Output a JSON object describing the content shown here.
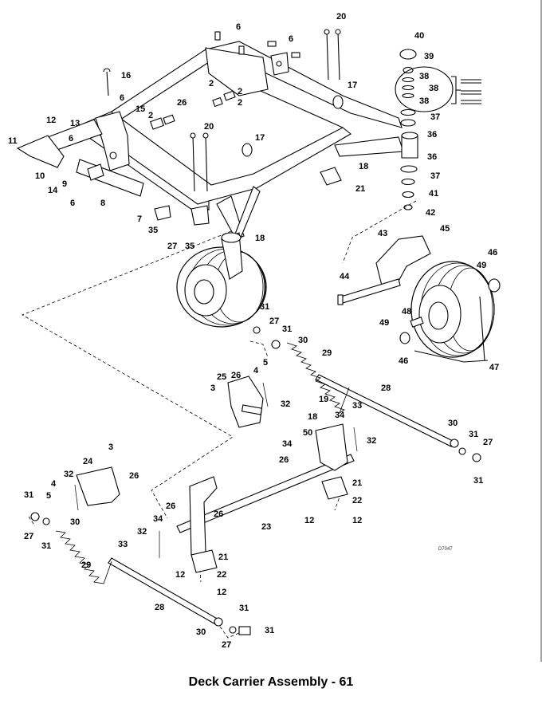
{
  "caption": "Deck Carrier Assembly - 61",
  "drawing_code": "D7047",
  "callouts": [
    {
      "id": "c20a",
      "label": "20"
    },
    {
      "id": "c6a",
      "label": "6"
    },
    {
      "id": "c6b",
      "label": "6"
    },
    {
      "id": "c40",
      "label": "40"
    },
    {
      "id": "c39",
      "label": "39"
    },
    {
      "id": "c38a",
      "label": "38"
    },
    {
      "id": "c38b",
      "label": "38"
    },
    {
      "id": "c38c",
      "label": "38"
    },
    {
      "id": "c16",
      "label": "16"
    },
    {
      "id": "c6c",
      "label": "6"
    },
    {
      "id": "c15",
      "label": "15"
    },
    {
      "id": "c2a",
      "label": "2"
    },
    {
      "id": "c2b",
      "label": "2"
    },
    {
      "id": "c2c",
      "label": "2"
    },
    {
      "id": "c26a",
      "label": "26"
    },
    {
      "id": "c17a",
      "label": "17"
    },
    {
      "id": "c37a",
      "label": "37"
    },
    {
      "id": "c36a",
      "label": "36"
    },
    {
      "id": "c12a",
      "label": "12"
    },
    {
      "id": "c13",
      "label": "13"
    },
    {
      "id": "c6d",
      "label": "6"
    },
    {
      "id": "c2d",
      "label": "2"
    },
    {
      "id": "c20b",
      "label": "20"
    },
    {
      "id": "c17b",
      "label": "17"
    },
    {
      "id": "c11",
      "label": "11"
    },
    {
      "id": "c10",
      "label": "10"
    },
    {
      "id": "c14",
      "label": "14"
    },
    {
      "id": "c9",
      "label": "9"
    },
    {
      "id": "c18a",
      "label": "18"
    },
    {
      "id": "c36b",
      "label": "36"
    },
    {
      "id": "c37b",
      "label": "37"
    },
    {
      "id": "c21a",
      "label": "21"
    },
    {
      "id": "c41",
      "label": "41"
    },
    {
      "id": "c6e",
      "label": "6"
    },
    {
      "id": "c8",
      "label": "8"
    },
    {
      "id": "c42",
      "label": "42"
    },
    {
      "id": "c7",
      "label": "7"
    },
    {
      "id": "c35a",
      "label": "35"
    },
    {
      "id": "c27a",
      "label": "27"
    },
    {
      "id": "c35b",
      "label": "35"
    },
    {
      "id": "c18b",
      "label": "18"
    },
    {
      "id": "c43",
      "label": "43"
    },
    {
      "id": "c45",
      "label": "45"
    },
    {
      "id": "c46a",
      "label": "46"
    },
    {
      "id": "c49a",
      "label": "49"
    },
    {
      "id": "c44",
      "label": "44"
    },
    {
      "id": "c31a",
      "label": "31"
    },
    {
      "id": "c27b",
      "label": "27"
    },
    {
      "id": "c31b",
      "label": "31"
    },
    {
      "id": "c30a",
      "label": "30"
    },
    {
      "id": "c48",
      "label": "48"
    },
    {
      "id": "c49b",
      "label": "49"
    },
    {
      "id": "c46b",
      "label": "46"
    },
    {
      "id": "c47",
      "label": "47"
    },
    {
      "id": "c29a",
      "label": "29"
    },
    {
      "id": "c5a",
      "label": "5"
    },
    {
      "id": "c4a",
      "label": "4"
    },
    {
      "id": "c25",
      "label": "25"
    },
    {
      "id": "c26b",
      "label": "26"
    },
    {
      "id": "c3a",
      "label": "3"
    },
    {
      "id": "c32a",
      "label": "32"
    },
    {
      "id": "c28a",
      "label": "28"
    },
    {
      "id": "c19",
      "label": "19"
    },
    {
      "id": "c18c",
      "label": "18"
    },
    {
      "id": "c34a",
      "label": "34"
    },
    {
      "id": "c33a",
      "label": "33"
    },
    {
      "id": "c50",
      "label": "50"
    },
    {
      "id": "c32b",
      "label": "32"
    },
    {
      "id": "c30b",
      "label": "30"
    },
    {
      "id": "c34b",
      "label": "34"
    },
    {
      "id": "c31c",
      "label": "31"
    },
    {
      "id": "c27c",
      "label": "27"
    },
    {
      "id": "c26c",
      "label": "26"
    },
    {
      "id": "c31d",
      "label": "31"
    },
    {
      "id": "c3b",
      "label": "3"
    },
    {
      "id": "c24",
      "label": "24"
    },
    {
      "id": "c32c",
      "label": "32"
    },
    {
      "id": "c26d",
      "label": "26"
    },
    {
      "id": "c4b",
      "label": "4"
    },
    {
      "id": "c21b",
      "label": "21"
    },
    {
      "id": "c31e",
      "label": "31"
    },
    {
      "id": "c5b",
      "label": "5"
    },
    {
      "id": "c22a",
      "label": "22"
    },
    {
      "id": "c26e",
      "label": "26"
    },
    {
      "id": "c34c",
      "label": "34"
    },
    {
      "id": "c26f",
      "label": "26"
    },
    {
      "id": "c12b",
      "label": "12"
    },
    {
      "id": "c12c",
      "label": "12"
    },
    {
      "id": "c27d",
      "label": "27"
    },
    {
      "id": "c30c",
      "label": "30"
    },
    {
      "id": "c23",
      "label": "23"
    },
    {
      "id": "c32d",
      "label": "32"
    },
    {
      "id": "c31f",
      "label": "31"
    },
    {
      "id": "c33b",
      "label": "33"
    },
    {
      "id": "c21c",
      "label": "21"
    },
    {
      "id": "c29b",
      "label": "29"
    },
    {
      "id": "c12d",
      "label": "12"
    },
    {
      "id": "c22b",
      "label": "22"
    },
    {
      "id": "c12e",
      "label": "12"
    },
    {
      "id": "c28b",
      "label": "28"
    },
    {
      "id": "c31g",
      "label": "31"
    },
    {
      "id": "c30d",
      "label": "30"
    },
    {
      "id": "c31h",
      "label": "31"
    },
    {
      "id": "c27e",
      "label": "27"
    }
  ]
}
